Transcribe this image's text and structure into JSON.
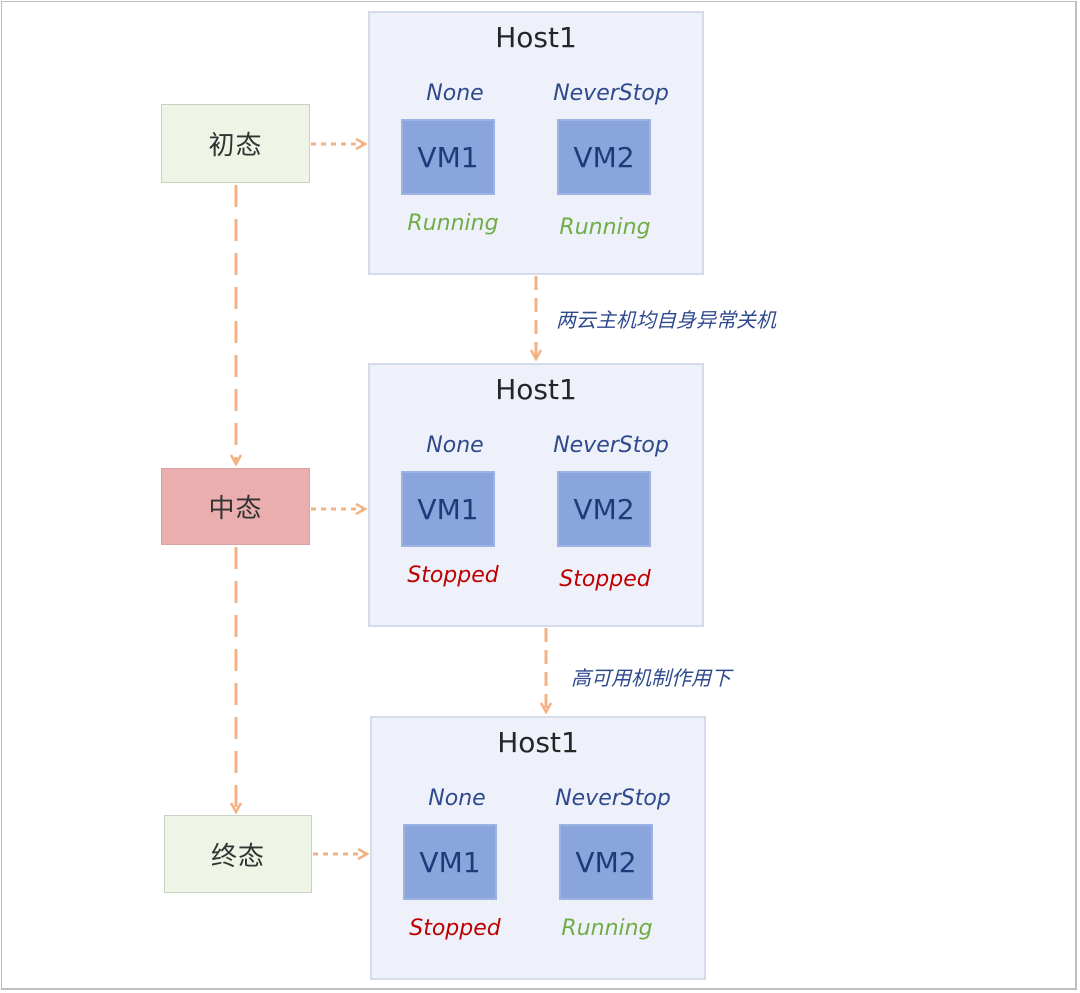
{
  "colors": {
    "arrow": "#f4b183",
    "state_normal_bg": "#eef5e7",
    "state_alert_bg": "#eaaeae",
    "running": "#70ad47",
    "stopped": "#c00000"
  },
  "states": [
    {
      "label": "初态",
      "variant": "normal"
    },
    {
      "label": "中态",
      "variant": "alert"
    },
    {
      "label": "终态",
      "variant": "normal"
    }
  ],
  "hosts": [
    {
      "title": "Host1",
      "vms": [
        {
          "policy": "None",
          "name": "VM1",
          "status": "Running",
          "status_kind": "running"
        },
        {
          "policy": "NeverStop",
          "name": "VM2",
          "status": "Running",
          "status_kind": "running"
        }
      ]
    },
    {
      "title": "Host1",
      "vms": [
        {
          "policy": "None",
          "name": "VM1",
          "status": "Stopped",
          "status_kind": "stopped"
        },
        {
          "policy": "NeverStop",
          "name": "VM2",
          "status": "Stopped",
          "status_kind": "stopped"
        }
      ]
    },
    {
      "title": "Host1",
      "vms": [
        {
          "policy": "None",
          "name": "VM1",
          "status": "Stopped",
          "status_kind": "stopped"
        },
        {
          "policy": "NeverStop",
          "name": "VM2",
          "status": "Running",
          "status_kind": "running"
        }
      ]
    }
  ],
  "transitions": [
    {
      "label": "两云主机均自身异常关机"
    },
    {
      "label": "高可用机制作用下"
    }
  ]
}
